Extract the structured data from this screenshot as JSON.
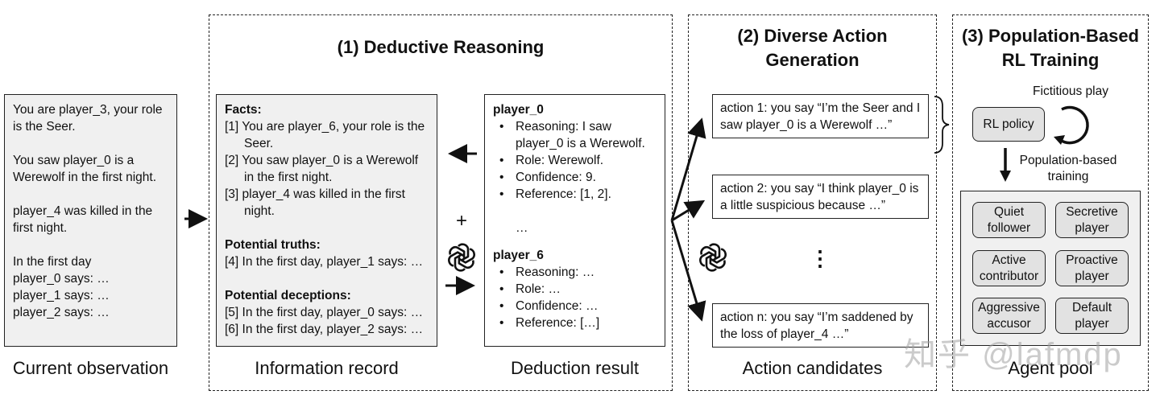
{
  "panels": {
    "deductive": {
      "title": "(1) Deductive Reasoning"
    },
    "diverse": {
      "title_line1": "(2) Diverse Action",
      "title_line2": "Generation"
    },
    "population": {
      "title_line1": "(3) Population-Based",
      "title_line2": "RL Training"
    }
  },
  "observation": {
    "caption": "Current observation",
    "lines": [
      "You are player_3, your role is the Seer.",
      "You saw player_0 is a Werewolf in the first night.",
      "player_4 was killed in the first night.",
      "In the first day\nplayer_0 says: …\nplayer_1 says: …\nplayer_2 says: …"
    ]
  },
  "information_record": {
    "caption": "Information record",
    "facts_heading": "Facts:",
    "facts": [
      "[1] You are player_6, your role is the Seer.",
      "[2] You saw player_0 is a Werewolf in the first night.",
      "[3] player_4 was killed in the first night."
    ],
    "truths_heading": "Potential truths:",
    "truths": [
      "[4] In the first day, player_1 says: …"
    ],
    "deceptions_heading": "Potential deceptions:",
    "deceptions": [
      "[5] In the first day, player_0 says: …",
      "[6] In the first day, player_2 says: …"
    ]
  },
  "deduction_result": {
    "caption": "Deduction result",
    "player0": {
      "name": "player_0",
      "items": [
        "Reasoning: I saw player_0 is a Werewolf.",
        "Role: Werewolf.",
        "Confidence: 9.",
        "Reference: [1, 2]."
      ]
    },
    "ellipsis": "…",
    "player6": {
      "name": "player_6",
      "items": [
        "Reasoning: …",
        "Role: …",
        "Confidence: …",
        "Reference: […]"
      ]
    }
  },
  "plus_sign": "+",
  "gpt_icon": "openai-logo-icon",
  "actions": {
    "caption": "Action candidates",
    "items": [
      "action 1: you say “I’m the Seer and I saw player_0 is a Werewolf …”",
      "action 2: you say “I think player_0 is a little suspicious because …”",
      "action n: you say “I’m saddened by the loss of player_4 …”"
    ],
    "vertical_ellipsis": "⋮"
  },
  "training": {
    "rl_policy": "RL policy",
    "fictitious_play": "Fictitious play",
    "population_based_line1": "Population-based",
    "population_based_line2": "training",
    "caption": "Agent pool",
    "agents": [
      {
        "line1": "Quiet",
        "line2": "follower"
      },
      {
        "line1": "Secretive",
        "line2": "player"
      },
      {
        "line1": "Active",
        "line2": "contributor"
      },
      {
        "line1": "Proactive",
        "line2": "player"
      },
      {
        "line1": "Aggressive",
        "line2": "accusor"
      },
      {
        "line1": "Default",
        "line2": "player"
      }
    ]
  },
  "watermark": "知乎 @lafmdp"
}
